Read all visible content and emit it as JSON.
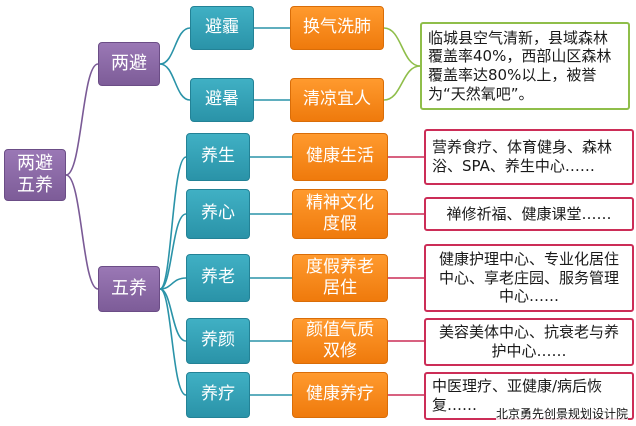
{
  "root": "两避五养",
  "groups": [
    {
      "label": "两避"
    },
    {
      "label": "五养"
    }
  ],
  "items": [
    {
      "category": "避霾",
      "theme": "换气洗肺"
    },
    {
      "category": "避暑",
      "theme": "清凉宜人"
    },
    {
      "category": "养生",
      "theme": "健康生活",
      "detail": "营养食疗、体育健身、森林浴、SPA、养生中心……"
    },
    {
      "category": "养心",
      "theme": "精神文化度假",
      "detail": "禅修祈福、健康课堂……"
    },
    {
      "category": "养老",
      "theme": "度假养老居住",
      "detail": "健康护理中心、专业化居住中心、享老庄园、服务管理中心……"
    },
    {
      "category": "养颜",
      "theme": "颜值气质双修",
      "detail": "美容美体中心、抗衰老与养护中心……"
    },
    {
      "category": "养疗",
      "theme": "健康养疗",
      "detail": "中医理疗、亚健康/病后恢复……"
    }
  ],
  "shared_note": "临城县空气清新，县域森林覆盖率40%，西部山区森林覆盖率达80%以上，被誉为“天然氧吧”。",
  "colors": {
    "purple": "#8a6aa6",
    "teal": "#2fa2b6",
    "orange": "#f58a1f",
    "pink_border": "#cc2d57",
    "green_border": "#8fbe4a"
  },
  "watermark": "北京勇先创景规划设计院"
}
